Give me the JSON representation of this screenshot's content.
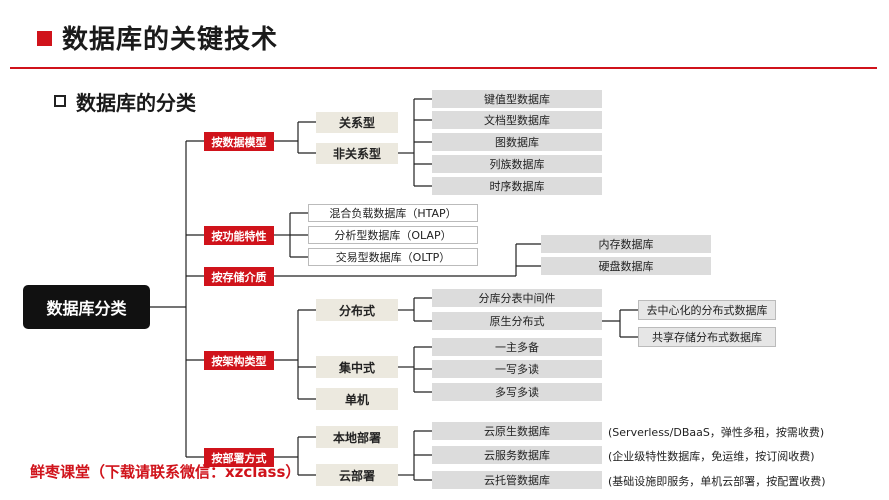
{
  "header": {
    "title": "数据库的关键技术",
    "subtitle": "数据库的分类"
  },
  "diagram": {
    "root": "数据库分类",
    "by_model": {
      "label": "按数据模型",
      "relational": "关系型",
      "non_relational": "非关系型",
      "non_relational_items": [
        "键值型数据库",
        "文档型数据库",
        "图数据库",
        "列族数据库",
        "时序数据库"
      ]
    },
    "by_function": {
      "label": "按功能特性",
      "items": [
        "混合负载数据库（HTAP）",
        "分析型数据库（OLAP）",
        "交易型数据库（OLTP）"
      ]
    },
    "by_storage": {
      "label": "按存储介质",
      "items": [
        "内存数据库",
        "硬盘数据库"
      ]
    },
    "by_architecture": {
      "label": "按架构类型",
      "distributed": "分布式",
      "distributed_items": [
        "分库分表中间件",
        "原生分布式"
      ],
      "native_items": [
        "去中心化的分布式数据库",
        "共享存储分布式数据库"
      ],
      "centralized": "集中式",
      "centralized_items": [
        "一主多备",
        "一写多读",
        "多写多读"
      ],
      "standalone": "单机"
    },
    "by_deployment": {
      "label": "按部署方式",
      "local": "本地部署",
      "cloud": "云部署",
      "cloud_items": [
        "云原生数据库",
        "云服务数据库",
        "云托管数据库"
      ],
      "cloud_notes": [
        "(Serverless/DBaaS，弹性多租，按需收费)",
        "(企业级特性数据库，免运维，按订阅收费)",
        "(基础设施即服务，单机云部署，按配置收费)"
      ]
    }
  },
  "watermark": "鲜枣课堂（下载请联系微信：xzclass）",
  "colors": {
    "accent": "#d0131b",
    "root": "#111111"
  }
}
